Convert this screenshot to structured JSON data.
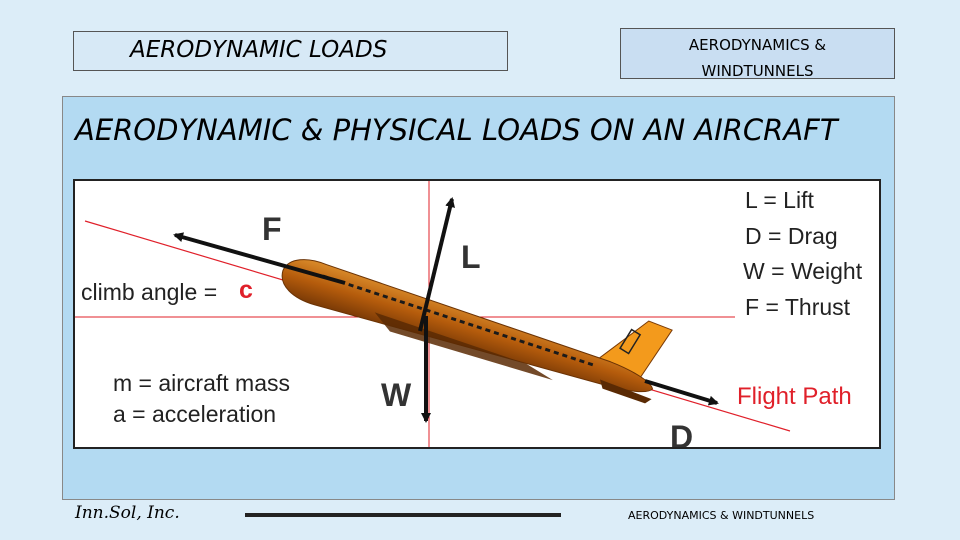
{
  "header": {
    "left_title": "AERODYNAMIC LOADS",
    "right_title_line1": "AERODYNAMICS &",
    "right_title_line2": "WINDTUNNELS"
  },
  "slide": {
    "title": "AERODYNAMIC & PHYSICAL LOADS ON AN AIRCRAFT"
  },
  "diagram": {
    "force_labels": {
      "F": "F",
      "L": "L",
      "W": "W",
      "D": "D"
    },
    "climb_angle_label": "climb angle =",
    "climb_angle_symbol": "c",
    "flight_path_label": "Flight Path",
    "mass_line": "m = aircraft  mass",
    "accel_line": "a = acceleration",
    "legend": [
      {
        "symbol": "L",
        "eq": "=",
        "name": "Lift"
      },
      {
        "symbol": "D",
        "eq": "=",
        "name": "Drag"
      },
      {
        "symbol": "W",
        "eq": "=",
        "name": "Weight"
      },
      {
        "symbol": "F",
        "eq": "=",
        "name": "Thrust"
      }
    ],
    "colors": {
      "fuselage": "#c06a10",
      "tail": "#f39a1c",
      "flight_path": "#e0202a",
      "label_red": "#e0202a",
      "arrow": "#111111"
    }
  },
  "footer": {
    "left": "Inn.Sol, Inc.",
    "right": "AERODYNAMICS & WINDTUNNELS"
  }
}
